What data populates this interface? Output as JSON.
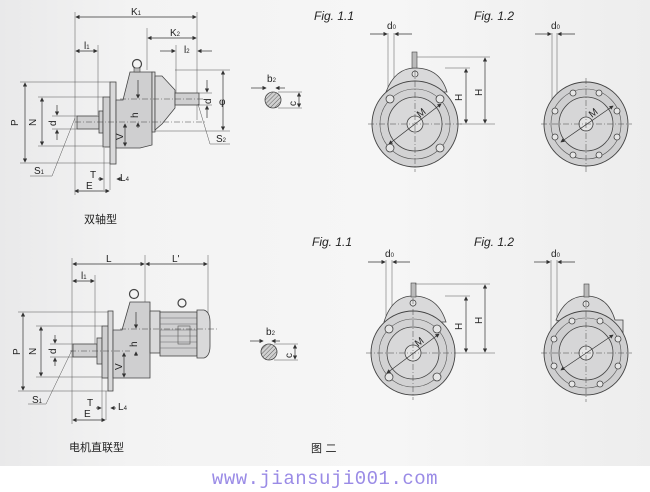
{
  "top_left": {
    "caption": "双轴型",
    "dims": {
      "K1": "K",
      "K1s": "1",
      "K2": "K",
      "K2s": "2",
      "l1": "l",
      "l1s": "1",
      "l2": "l",
      "l2s": "2",
      "P": "P",
      "N": "N",
      "d1": "d",
      "d1s": "1",
      "d2": "d",
      "d2s": "2",
      "phi": "φ",
      "h1": "h",
      "h1s": "1",
      "V": "V",
      "S1": "S",
      "S1s": "1",
      "S2": "S",
      "S2s": "2",
      "T": "T",
      "E": "E",
      "L4": "L",
      "L4s": "4"
    }
  },
  "bottom_left": {
    "caption": "电机直联型",
    "dims": {
      "L": "L",
      "Lp": "L'",
      "l1": "l",
      "l1s": "1",
      "P": "P",
      "N": "N",
      "d1": "d",
      "d1s": "1",
      "h1": "h",
      "h1s": "1",
      "V": "V",
      "S1": "S",
      "S1s": "1",
      "T": "T",
      "E": "E",
      "L4": "L",
      "L4s": "4"
    }
  },
  "key_section": {
    "b": "b",
    "bs": "2",
    "c": "c",
    "cs": "2"
  },
  "figures": {
    "fig11_top": "Fig. 1.1",
    "fig12_top": "Fig. 1.2",
    "fig11_bottom": "Fig. 1.1",
    "fig12_bottom": "Fig. 1.2",
    "d0": "d",
    "d0s": "0",
    "M": "M",
    "H1": "H",
    "H1s": "1",
    "H2": "H",
    "H2s": "2"
  },
  "figure_caption": "图 二",
  "watermark": "www.jiansuji001.com"
}
